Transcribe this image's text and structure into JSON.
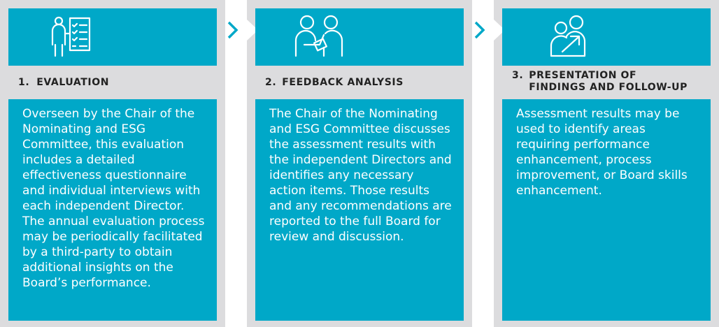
{
  "colors": {
    "panel_bg": "#dcdcde",
    "accent": "#00a8c8",
    "text_dark": "#222222",
    "text_light": "#ffffff"
  },
  "steps": [
    {
      "icon": "clipboard-checklist-person-icon",
      "number": "1.",
      "title": "EVALUATION",
      "body": "Overseen by the Chair of the Nominating and ESG Committee, this evaluation includes a detailed effectiveness questionnaire and individual interviews with each independent Director. The annual evaluation process may be periodically facilitated by a third-party to obtain additional insights on the Board’s performance."
    },
    {
      "icon": "two-people-discussion-icon",
      "number": "2.",
      "title": "FEEDBACK ANALYSIS",
      "body": "The Chair of the Nominating and ESG Committee discusses the assessment results with the independent Directors and identifies any necessary action items. Those results and any recommendations are reported to the full Board for review and discussion."
    },
    {
      "icon": "people-growth-arrow-icon",
      "number": "3.",
      "title": "PRESENTATION OF\nFINDINGS AND FOLLOW-UP",
      "body": "Assessment results may be used to identify areas requiring performance enhancement, process improvement, or Board skills enhancement."
    }
  ]
}
